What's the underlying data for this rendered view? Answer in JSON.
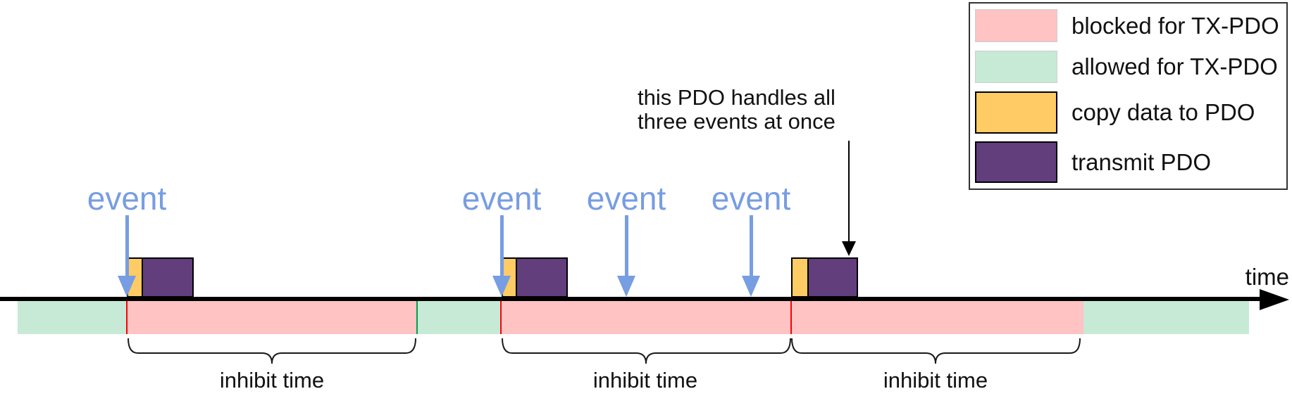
{
  "colors": {
    "blocked_band": "#FFC3C4",
    "allowed_band": "#C6EAD5",
    "copy_block": "#FECB64",
    "transmit_block": "#623E7D",
    "event_blue": "#779DE2",
    "divider_red": "#FF0000",
    "divider_green": "#00A04E"
  },
  "axis": {
    "label": "time"
  },
  "legend": {
    "items": [
      {
        "label": "blocked for TX-PDO",
        "color": "#FFC3C4"
      },
      {
        "label": "allowed for TX-PDO",
        "color": "#C6EAD5"
      },
      {
        "label": "copy data to PDO",
        "color": "#FECB64"
      },
      {
        "label": "transmit PDO",
        "color": "#623E7D"
      }
    ]
  },
  "events": [
    {
      "label": "event"
    },
    {
      "label": "event"
    },
    {
      "label": "event"
    },
    {
      "label": "event"
    }
  ],
  "annotation": {
    "line1": "this PDO handles all",
    "line2": "three events at once"
  },
  "inhibit": {
    "labels": [
      "inhibit time",
      "inhibit time",
      "inhibit time"
    ]
  },
  "band_sequence": [
    "allowed",
    "blocked",
    "allowed",
    "blocked",
    "blocked",
    "allowed"
  ],
  "pdo_blocks": [
    {
      "parts": [
        "copy data to PDO",
        "transmit PDO"
      ]
    },
    {
      "parts": [
        "copy data to PDO",
        "transmit PDO"
      ]
    },
    {
      "parts": [
        "copy data to PDO",
        "transmit PDO"
      ]
    }
  ]
}
